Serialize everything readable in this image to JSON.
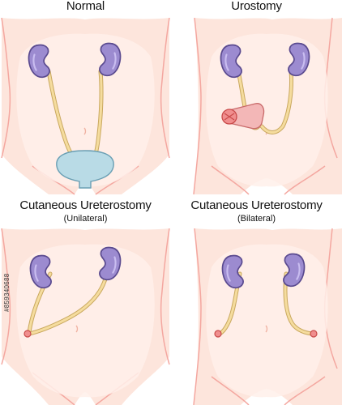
{
  "panels": [
    {
      "title": "Normal",
      "subtitle": ""
    },
    {
      "title": "Urostomy",
      "subtitle": ""
    },
    {
      "title": "Cutaneous Ureterostomy",
      "subtitle": "(Unilateral)"
    },
    {
      "title": "Cutaneous Ureterostomy",
      "subtitle": "(Bilateral)"
    }
  ],
  "watermark": "#859340688",
  "colors": {
    "skin": "#fde5dc",
    "skin_outline": "#f4a7a0",
    "belly": "#fff0ea",
    "kidney": "#9c8bd0",
    "kidney_outline": "#5a4a8f",
    "ureter": "#f5dc9e",
    "ureter_outline": "#c9a85f",
    "bladder": "#b9dbe6",
    "stoma": "#f08e8e",
    "conduit": "#f3b7b7"
  }
}
